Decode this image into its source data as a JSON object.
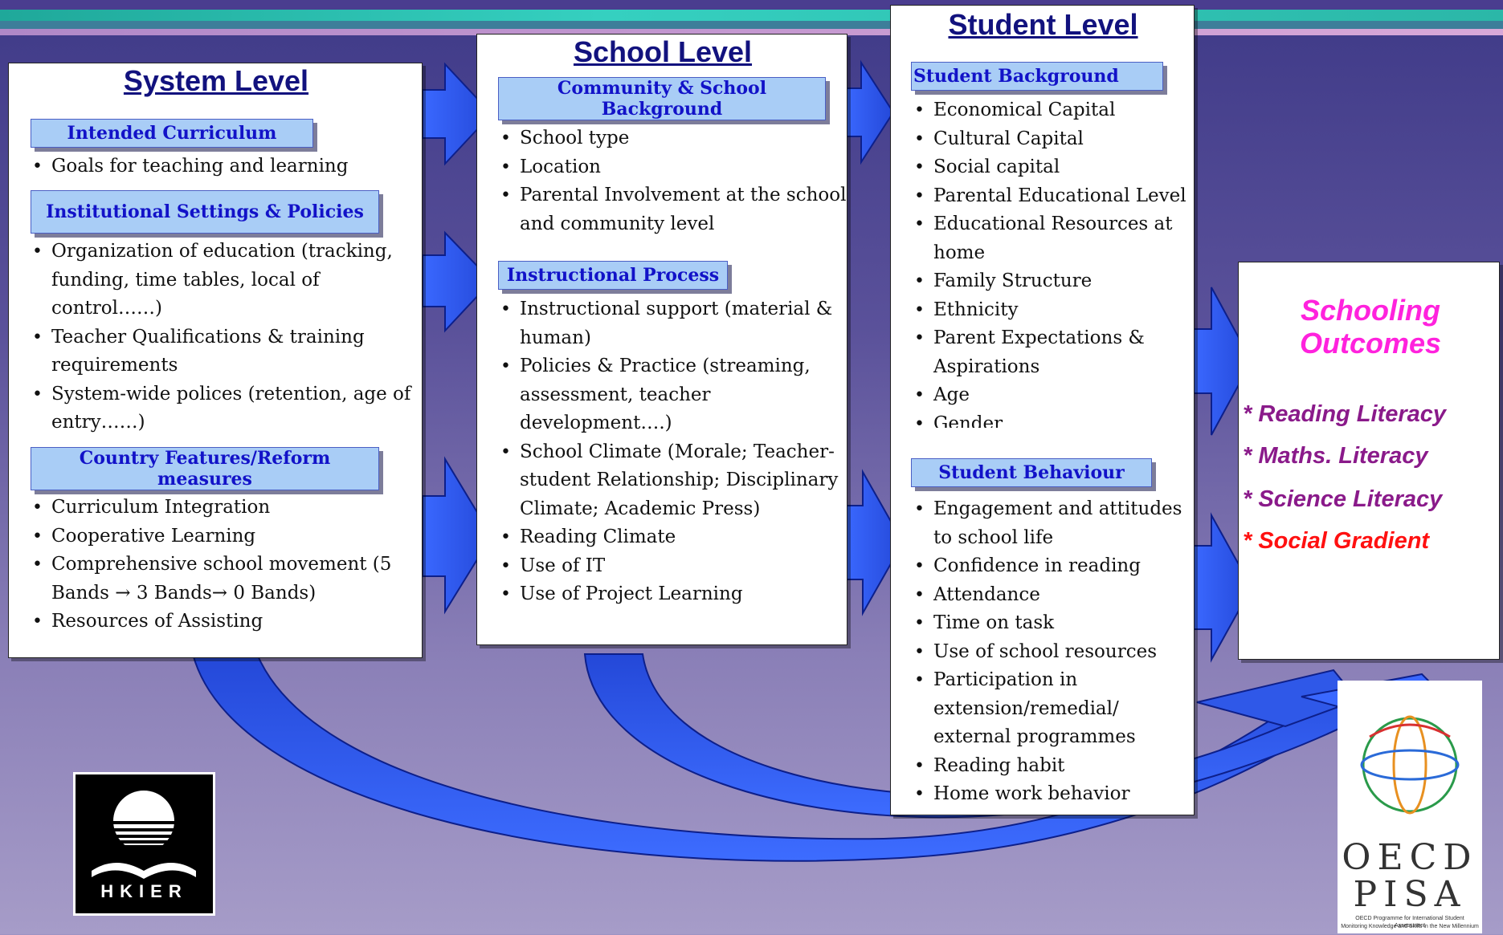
{
  "system": {
    "title": "System Level",
    "sections": [
      {
        "heading": "Intended Curriculum",
        "items": [
          "Goals for teaching and learning"
        ]
      },
      {
        "heading": "Institutional Settings & Policies",
        "items": [
          "Organization of education (tracking, funding, time tables, local of control……)",
          "Teacher Qualifications & training requirements",
          "System-wide polices (retention, age of entry……)"
        ]
      },
      {
        "heading": "Country Features/Reform measures",
        "items": [
          "Curriculum Integration",
          "Cooperative Learning",
          "Comprehensive school movement (5 Bands → 3 Bands→ 0 Bands)",
          "Resources of Assisting"
        ]
      }
    ]
  },
  "school": {
    "title": "School Level",
    "sections": [
      {
        "heading": "Community & School Background",
        "items": [
          "School type",
          "Location",
          "Parental Involvement at the school and community level"
        ]
      },
      {
        "heading": "Instructional Process",
        "items": [
          "Instructional support (material & human)",
          "Policies & Practice (streaming, assessment, teacher development….)",
          "School Climate (Morale; Teacher-student Relationship; Disciplinary Climate; Academic Press)",
          "Reading Climate",
          "Use of IT",
          "Use of Project Learning"
        ]
      }
    ]
  },
  "student": {
    "title": "Student Level",
    "sections": [
      {
        "heading": "Student Background",
        "items": [
          "Economical Capital",
          "Cultural Capital",
          "Social capital",
          "Parental Educational Level",
          "Educational Resources at home",
          "Family Structure",
          "Ethnicity",
          "Parent Expectations & Aspirations",
          "Age",
          "Gender"
        ]
      },
      {
        "heading": "Student Behaviour",
        "items": [
          "Engagement and attitudes to school life",
          "Confidence in reading",
          "Attendance",
          "Time on task",
          "Use of school resources",
          "Participation in extension/remedial/ external programmes",
          "Reading habit",
          "Home work behavior"
        ]
      }
    ]
  },
  "outcomes": {
    "title": "Schooling Outcomes",
    "items": [
      {
        "text": "* Reading Literacy",
        "color": "#8a1a8a"
      },
      {
        "text": "* Maths. Literacy",
        "color": "#8a1a8a"
      },
      {
        "text": "* Science Literacy",
        "color": "#8a1a8a"
      },
      {
        "text": "* Social Gradient",
        "color": "#ff1010"
      }
    ]
  },
  "logos": {
    "hkier": "HKIER",
    "pisa_line1": "OECD",
    "pisa_line2": "PISA",
    "pisa_caption1": "OECD Programme for International Student Assessment",
    "pisa_caption2": "Monitoring Knowledge and Skills in the New Millennium"
  },
  "colors": {
    "arrow_fill": "#2f58e8",
    "section_bg": "#a9cdf6",
    "section_text": "#1212c8",
    "title_text": "#12127e",
    "outcomes_title": "#ff22dd"
  }
}
